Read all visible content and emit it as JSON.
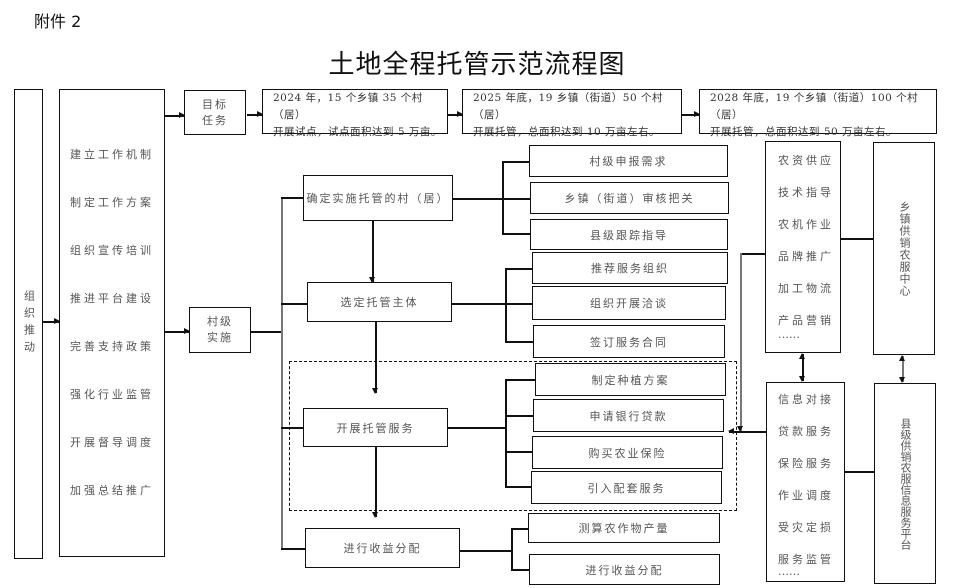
{
  "attachment_label": "附件 2",
  "title": "土地全程托管示范流程图",
  "left_column": {
    "label": "组织推动"
  },
  "measures": [
    "建立工作机制",
    "制定工作方案",
    "组织宣传培训",
    "推进平台建设",
    "完善支持政策",
    "强化行业监管",
    "开展督导调度",
    "加强总结推广"
  ],
  "goal_label": "目标任务",
  "goals": [
    {
      "line1": "2024 年，15 个乡镇 35 个村（居）",
      "line2": "开展试点，试点面积达到 5 万亩。"
    },
    {
      "line1": "2025 年底，19 乡镇（街道）50 个村（居）",
      "line2": "开展托管，总面积达到 10 万亩左右。"
    },
    {
      "line1": "2028 年底，19 个乡镇（街道）100 个村（居）",
      "line2": "开展托管，总面积达到 50 万亩左右。"
    }
  ],
  "village_impl_label": "村级实施",
  "steps": [
    {
      "label": "确定实施托管的村（居）",
      "subs": [
        "村级申报需求",
        "乡镇（街道）审核把关",
        "县级跟踪指导"
      ]
    },
    {
      "label": "选定托管主体",
      "subs": [
        "推荐服务组织",
        "组织开展洽谈",
        "签订服务合同"
      ]
    },
    {
      "label": "开展托管服务",
      "subs": [
        "制定种植方案",
        "申请银行贷款",
        "购买农业保险",
        "引入配套服务"
      ]
    },
    {
      "label": "进行收益分配",
      "subs": [
        "测算农作物产量",
        "进行收益分配"
      ]
    }
  ],
  "township_services": [
    "农资供应",
    "技术指导",
    "农机作业",
    "品牌推广",
    "加工物流",
    "产品营销",
    "……"
  ],
  "township_center": "乡镇供销农服中心",
  "county_services": [
    "信息对接",
    "贷款服务",
    "保险服务",
    "作业调度",
    "受灾定损",
    "服务监管",
    "……"
  ],
  "county_platform": "县级供销农服信息服务平台"
}
